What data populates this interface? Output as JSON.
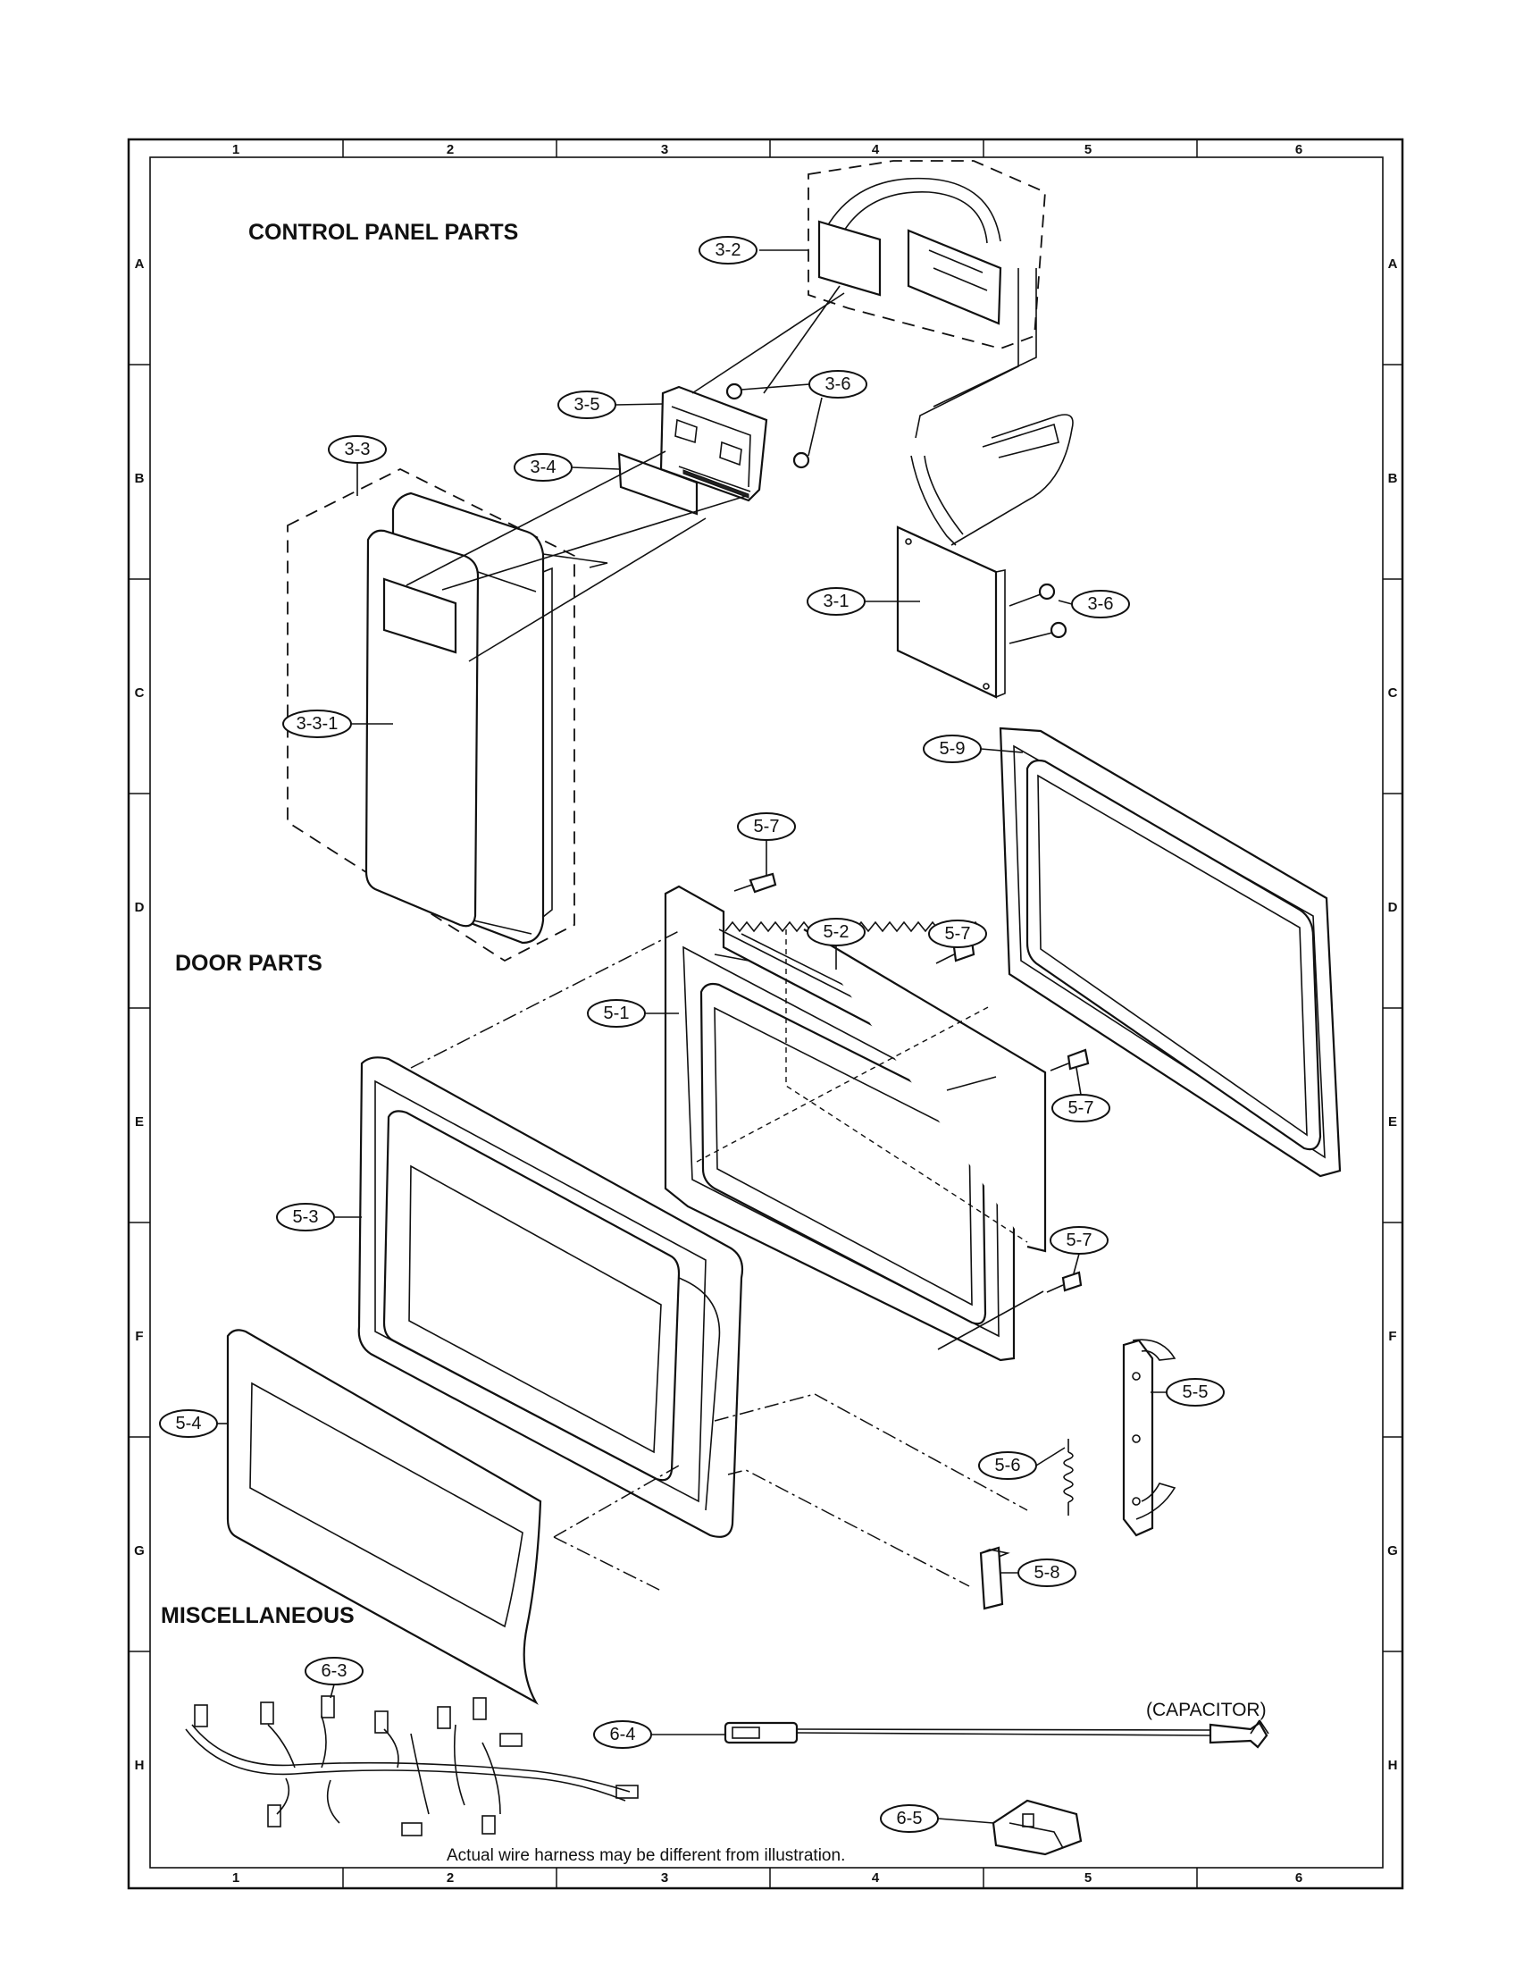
{
  "grid": {
    "columns": [
      "1",
      "2",
      "3",
      "4",
      "5",
      "6"
    ],
    "rows": [
      "A",
      "B",
      "C",
      "D",
      "E",
      "F",
      "G",
      "H"
    ]
  },
  "sections": {
    "control_panel": "CONTROL PANEL PARTS",
    "door": "DOOR  PARTS",
    "misc": "MISCELLANEOUS"
  },
  "callouts": {
    "c3_1": "3-1",
    "c3_2": "3-2",
    "c3_3": "3-3",
    "c3_3_1": "3-3-1",
    "c3_4": "3-4",
    "c3_5": "3-5",
    "c3_6a": "3-6",
    "c3_6b": "3-6",
    "c5_1": "5-1",
    "c5_2": "5-2",
    "c5_3": "5-3",
    "c5_4": "5-4",
    "c5_5": "5-5",
    "c5_6": "5-6",
    "c5_7a": "5-7",
    "c5_7b": "5-7",
    "c5_7c": "5-7",
    "c5_7d": "5-7",
    "c5_8": "5-8",
    "c5_9": "5-9",
    "c6_3": "6-3",
    "c6_4": "6-4",
    "c6_5": "6-5"
  },
  "labels": {
    "capacitor": "(CAPACITOR)",
    "harness_note": "Actual wire harness may be different from illustration."
  }
}
